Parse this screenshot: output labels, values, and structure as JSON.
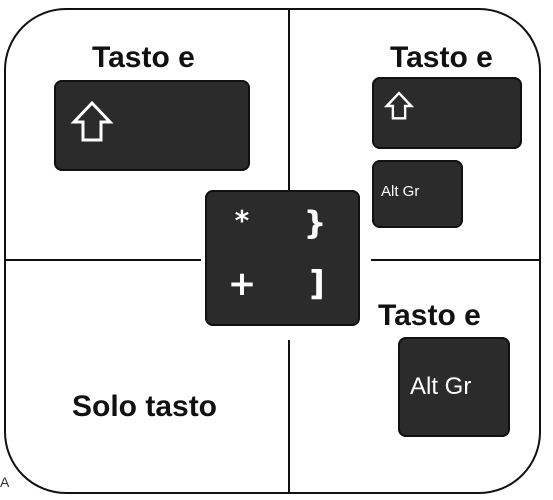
{
  "quadrants": {
    "top_left": {
      "label": "Tasto e"
    },
    "top_right": {
      "label": "Tasto e"
    },
    "bottom_right": {
      "label": "Tasto e"
    },
    "bottom_left": {
      "label": "Solo tasto"
    }
  },
  "center_key": {
    "top_left": "*",
    "top_right": "}",
    "bottom_left": "+",
    "bottom_right": "]"
  },
  "keys": {
    "shift_icon": "shift-arrow-icon",
    "altgr_label": "Alt Gr"
  },
  "edge_char": "A",
  "colors": {
    "key_fill": "#2b2b2b",
    "line": "#111111",
    "key_text": "#ffffff"
  }
}
